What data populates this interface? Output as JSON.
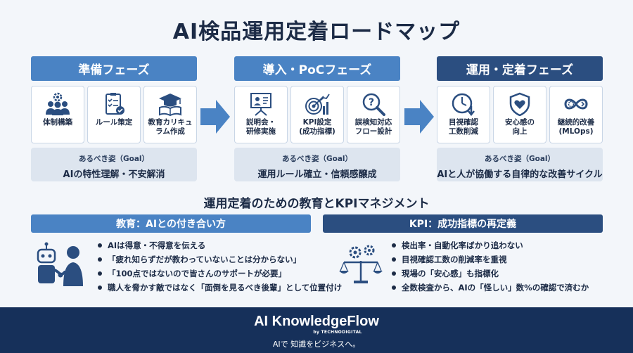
{
  "title": "AI検品運用定着ロードマップ",
  "phases": [
    {
      "title": "準備フェーズ",
      "cards": [
        {
          "label": "体制構築",
          "icon": "team-gear-icon"
        },
        {
          "label": "ルール策定",
          "icon": "checklist-icon"
        },
        {
          "label": "教育カリキュ\nラム作成",
          "icon": "graduation-book-icon"
        }
      ],
      "goal_label": "あるべき姿（Goal）",
      "goal_text": "AIの特性理解・不安解消"
    },
    {
      "title": "導入・PoCフェーズ",
      "cards": [
        {
          "label": "説明会・\n研修実施",
          "icon": "presentation-icon"
        },
        {
          "label": "KPI設定\n(成功指標)",
          "icon": "target-chart-icon"
        },
        {
          "label": "誤検知対応\nフロー設計",
          "icon": "magnifier-question-icon"
        }
      ],
      "goal_label": "あるべき姿（Goal）",
      "goal_text": "運用ルール確立・信頼感醸成"
    },
    {
      "title": "運用・定着フェーズ",
      "cards": [
        {
          "label": "目視確認\n工数削減",
          "icon": "clock-down-icon"
        },
        {
          "label": "安心感の\n向上",
          "icon": "shield-heart-icon"
        },
        {
          "label": "継続的改善\n(MLOps)",
          "icon": "infinity-gear-icon"
        }
      ],
      "goal_label": "あるべき姿（Goal）",
      "goal_text": "AIと人が協働する自律的な改善サイクル"
    }
  ],
  "subtitle": "運用定着のための教育とKPIマネジメント",
  "education": {
    "title": "教育：AIとの付き合い方",
    "icon": "robot-human-handshake-icon",
    "bullets": [
      "AIは得意・不得意を伝える",
      "「疲れ知らずだが教わっていないことは分からない」",
      "「100点ではないので皆さんのサポートが必要」",
      "職人を脅かす敵ではなく「面倒を見るべき後輩」として位置付け"
    ]
  },
  "kpi": {
    "title": "KPI：成功指標の再定義",
    "icon": "scale-gears-icon",
    "bullets": [
      "検出率・自動化率ばかり追わない",
      "目視確認工数の削減率を重視",
      "現場の「安心感」も指標化",
      "全数検査から、AIの「怪しい」数%の確認で済むか"
    ]
  },
  "footer": {
    "brand": "AI KnowledgeFlow",
    "by": "by TECHNODIGITAL",
    "tagline": "AIで 知識をビジネスへ。"
  },
  "colors": {
    "header_light": "#4a83c4",
    "header_dark": "#2b4e80",
    "navy": "#16305a",
    "goal_bg": "#dde5ef"
  }
}
